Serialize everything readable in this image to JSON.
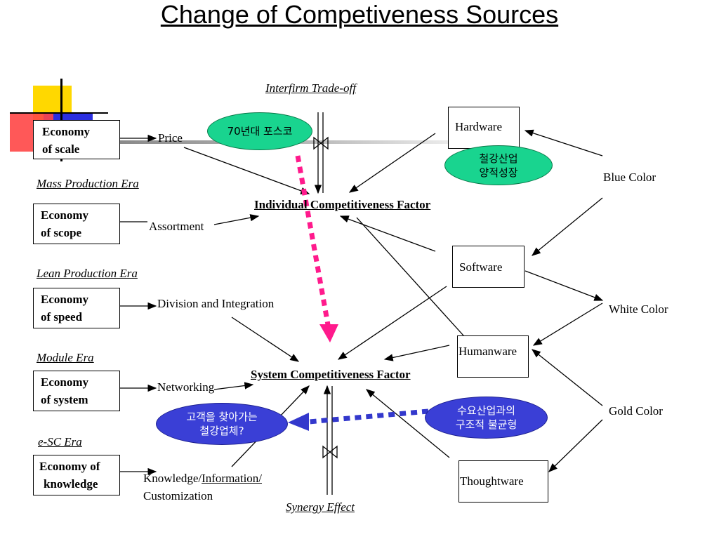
{
  "title": "Change of Competiveness Sources",
  "top_label": "Interfirm Trade-off",
  "bottom_label": "Synergy Effect",
  "individual_factor": "Individual Competitiveness  Factor",
  "system_factor": "System Competitiveness  Factor",
  "economies": [
    {
      "line1": "Economy",
      "line2": "of  scale",
      "driver": "Price"
    },
    {
      "line1": "Economy",
      "line2": "of  scope",
      "driver": "Assortment"
    },
    {
      "line1": "Economy",
      "line2": "of  speed",
      "driver": "Division and Integration"
    },
    {
      "line1": "Economy",
      "line2": "of  system",
      "driver": "Networking"
    },
    {
      "line1": "Economy of",
      "line2": "knowledge"
    }
  ],
  "knowledge_driver": {
    "part1": "Knowledge/",
    "part2": "Information/",
    "part3": "Customization"
  },
  "eras": [
    "Mass Production Era",
    "Lean Production Era",
    "Module Era",
    "e-SC Era"
  ],
  "wares": [
    "Hardware",
    "Software",
    "Humanware",
    "Thoughtware"
  ],
  "colors": [
    "Blue Color",
    "White Color",
    "Gold Color"
  ],
  "ellipses": {
    "posco": "70년대 포스코",
    "steel_growth": {
      "line1": "철강산업",
      "line2": "양적성장"
    },
    "demand": {
      "line1": "수요산업과의",
      "line2": "구조적 불균형"
    },
    "steel_company": {
      "line1": "고객을 찾아가는",
      "line2": "철강업체?"
    }
  },
  "accent_colors": {
    "red": "#ff3b3b",
    "yellow": "#ffd800",
    "blue": "#2b2fe0",
    "pink_arrow": "#ff1a8c",
    "blue_arrow": "#3338cc",
    "green_ellipse": "#19d48f"
  }
}
